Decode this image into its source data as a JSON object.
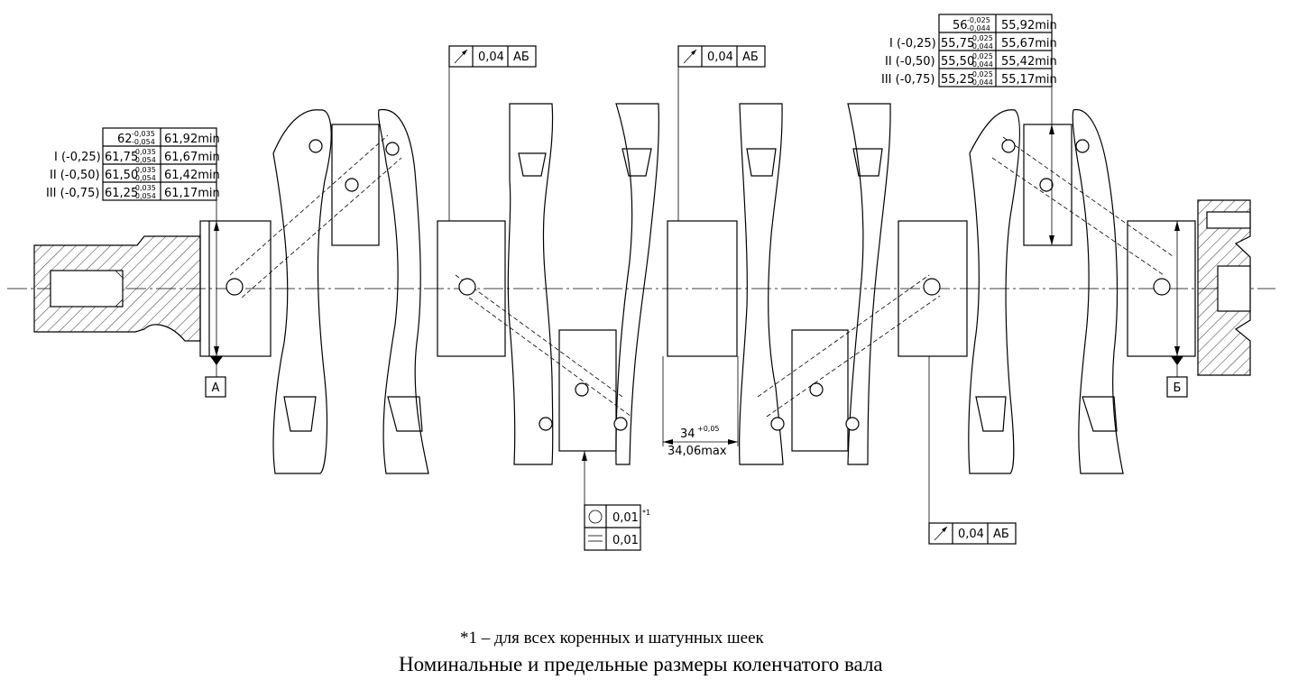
{
  "main_journal_table": {
    "rows": [
      {
        "grade": "",
        "nominal": "62",
        "tol_upper": "-0,035",
        "tol_lower": "-0,054",
        "min": "61,92min"
      },
      {
        "grade": "I (-0,25)",
        "nominal": "61,75",
        "tol_upper": "-0,035",
        "tol_lower": "-0,054",
        "min": "61,67min"
      },
      {
        "grade": "II (-0,50)",
        "nominal": "61,50",
        "tol_upper": "-0,035",
        "tol_lower": "-0,054",
        "min": "61,42min"
      },
      {
        "grade": "III (-0,75)",
        "nominal": "61,25",
        "tol_upper": "-0,035",
        "tol_lower": "-0,054",
        "min": "61,17min"
      }
    ]
  },
  "rod_journal_table": {
    "rows": [
      {
        "grade": "",
        "nominal": "56",
        "tol_upper": "-0,025",
        "tol_lower": "-0,044",
        "min": "55,92min"
      },
      {
        "grade": "I (-0,25)",
        "nominal": "55,75",
        "tol_upper": "-0,025",
        "tol_lower": "-0,044",
        "min": "55,67min"
      },
      {
        "grade": "II (-0,50)",
        "nominal": "55,50",
        "tol_upper": "-0,025",
        "tol_lower": "-0,044",
        "min": "55,42min"
      },
      {
        "grade": "III (-0,75)",
        "nominal": "55,25",
        "tol_upper": "-0,025",
        "tol_lower": "-0,044",
        "min": "55,17min"
      }
    ]
  },
  "runout_frames": [
    {
      "value": "0,04",
      "datum": "АБ"
    },
    {
      "value": "0,04",
      "datum": "АБ"
    },
    {
      "value": "0,04",
      "datum": "АБ"
    }
  ],
  "form_frame": {
    "roundness": "0,01",
    "cylindricity": "0,01",
    "note_ref": "*1"
  },
  "datums": {
    "left": "А",
    "right": "Б"
  },
  "width_dimension": {
    "nominal": "34",
    "tol": "+0,05",
    "max": "34,06max"
  },
  "footnote": "*1 – для всех коренных и шатунных шеек",
  "caption": "Номинальные и предельные размеры коленчатого вала"
}
